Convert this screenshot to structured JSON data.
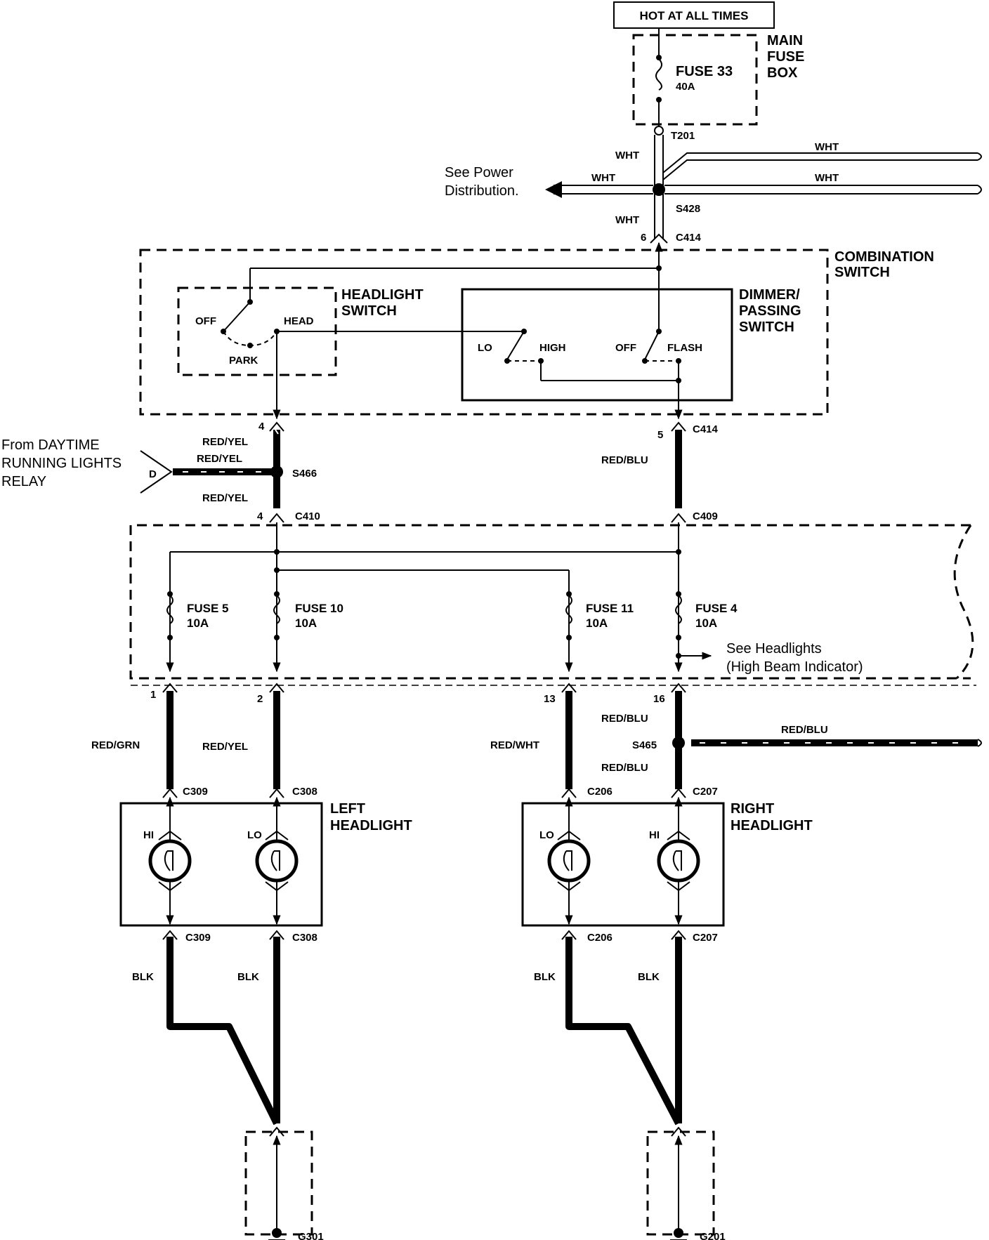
{
  "power": {
    "hot_label": "HOT AT ALL TIMES",
    "fuse_box_label": "MAIN FUSE BOX",
    "fuse_name": "FUSE 33",
    "fuse_rating": "40A",
    "terminal": "T201",
    "splice": "S428",
    "connector": "C414",
    "pin": "6",
    "see_power": "See Power Distribution."
  },
  "wires": {
    "wht": "WHT",
    "red_yel": "RED/YEL",
    "red_blu": "RED/BLU",
    "red_grn": "RED/GRN",
    "red_wht": "RED/WHT",
    "blk": "BLK"
  },
  "combination_switch": {
    "label": "COMBINATION SWITCH",
    "headlight_switch": {
      "label": "HEADLIGHT SWITCH",
      "off": "OFF",
      "head": "HEAD",
      "park": "PARK"
    },
    "dimmer_switch": {
      "label": "DIMMER/ PASSING SWITCH",
      "lo": "LO",
      "high": "HIGH",
      "off": "OFF",
      "flash": "FLASH"
    }
  },
  "drl": {
    "label": "From DAYTIME RUNNING LIGHTS RELAY",
    "symbol": "D"
  },
  "connectors": {
    "c414_pin4": "4",
    "c414_pin5": "5",
    "c414": "C414",
    "c410": "C410",
    "c410_pin4": "4",
    "c409": "C409",
    "s466": "S466",
    "s465": "S465",
    "pin1": "1",
    "pin2": "2",
    "pin13": "13",
    "pin16": "16",
    "c309": "C309",
    "c308": "C308",
    "c206": "C206",
    "c207": "C207"
  },
  "fuses": [
    {
      "name": "FUSE 5",
      "rating": "10A"
    },
    {
      "name": "FUSE 10",
      "rating": "10A"
    },
    {
      "name": "FUSE 11",
      "rating": "10A"
    },
    {
      "name": "FUSE 4",
      "rating": "10A"
    }
  ],
  "see_headlights": "See Headlights",
  "high_beam_indicator": "(High Beam Indicator)",
  "left_headlight": {
    "label": "LEFT HEADLIGHT",
    "hi": "HI",
    "lo": "LO"
  },
  "right_headlight": {
    "label": "RIGHT HEADLIGHT",
    "lo": "LO",
    "hi": "HI"
  },
  "grounds": {
    "g301": "G301",
    "g201": "G201"
  }
}
